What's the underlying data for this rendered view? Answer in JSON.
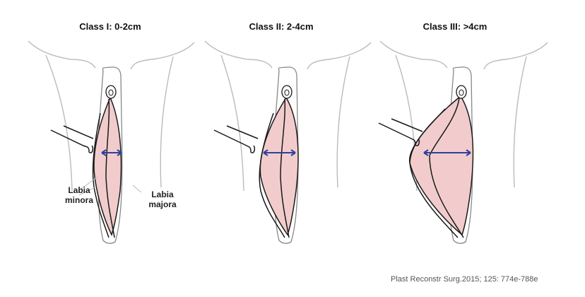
{
  "panels": [
    {
      "title": "Class I: 0-2cm"
    },
    {
      "title": "Class II: 2-4cm"
    },
    {
      "title": "Class III: >4cm"
    }
  ],
  "labels": {
    "labia_minora_line1": "Labia",
    "labia_minora_line2": "minora",
    "labia_majora_line1": "Labia",
    "labia_majora_line2": "majora"
  },
  "citation": "Plast Reconstr Surg.2015; 125: 774e-788e",
  "colors": {
    "tissue_fill": "#f2cccc",
    "outline": "#1a1a1a",
    "body_outline": "#bbbbbb",
    "arrow": "#2b3f9e"
  }
}
